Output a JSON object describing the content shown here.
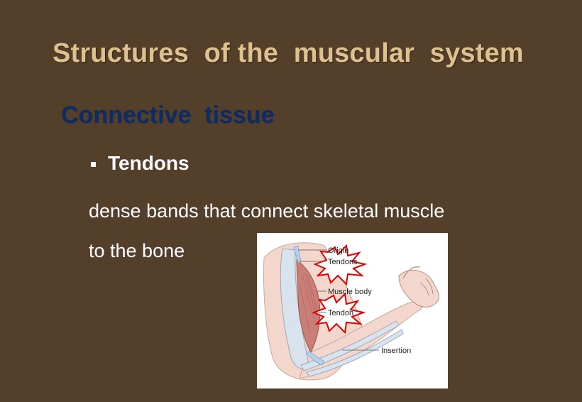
{
  "slide": {
    "title": "Structures  of the  muscular  system",
    "subtitle": "Connective  tissue",
    "bullet": "Tendons",
    "body_line1": "dense bands that connect skeletal muscle",
    "body_line2": "to the bone"
  },
  "figure": {
    "labels": {
      "origin": "Origin",
      "tendons": "Tendons",
      "muscle_body": "Muscle body",
      "tendon": "Tendon",
      "insertion": "Insertion"
    },
    "colors": {
      "muscle": "#c97f78",
      "bone": "#d8e3ee",
      "tendon": "#b5d2ea",
      "skin": "#f4d7cc",
      "burst_stroke": "#e00000"
    },
    "icons": [
      "arm-anatomy-illustration",
      "starburst-highlight"
    ]
  }
}
